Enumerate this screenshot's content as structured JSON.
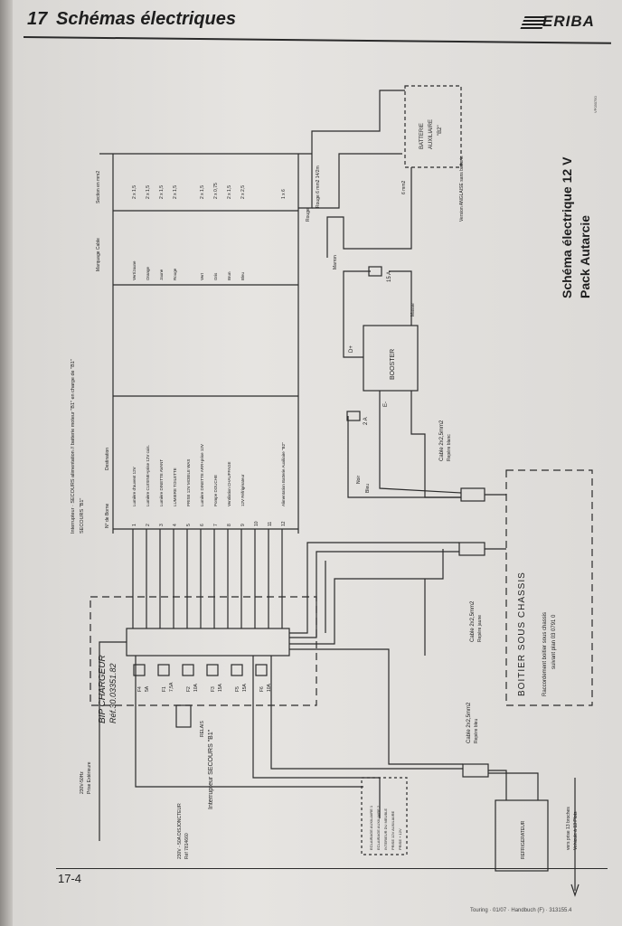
{
  "header": {
    "chapter_number": "17",
    "title": "Schémas électriques",
    "brand": "ERIBA"
  },
  "footer": {
    "page": "17-4",
    "small": "Touring · 01/07 · Handbuch (F) · 313155.4"
  },
  "diagram": {
    "title_line1": "Schéma électrique 12 V",
    "title_line2": "Pack Autarcie",
    "table": {
      "caption_line1": "Interrupteur · SECOURS alimentation // batterie moteur \"B1\" en charge de \"B1\"",
      "caption_line2": "SECOURS \"B1\"",
      "headers": [
        "N° de Borne",
        "Destination",
        "Marquage Cable",
        "Section en mm2"
      ],
      "rows": [
        {
          "n": "1",
          "dest": "Lumière d'auvent 12V",
          "mark": "Vert/Jaune",
          "sec": "2 x 1,5"
        },
        {
          "n": "2",
          "dest": "Lumière CUISINE+prise 12V cuis.",
          "mark": "Orange",
          "sec": "2 x 1,5"
        },
        {
          "n": "3",
          "dest": "Lumière DINETTE AVANT",
          "mark": "Jaune",
          "sec": "2 x 1,5"
        },
        {
          "n": "4",
          "dest": "LUMIERE TOILETTE",
          "mark": "Rouge",
          "sec": "2 x 1,5"
        },
        {
          "n": "5",
          "dest": "PRISE 12V MOBILE WAS",
          "mark": "",
          "sec": ""
        },
        {
          "n": "6",
          "dest": "Lumière DINETTE ARR+prise 12V",
          "mark": "Vert",
          "sec": "2 x 1,5"
        },
        {
          "n": "7",
          "dest": "Pompe DOUCHE",
          "mark": "Gris",
          "sec": "2 x 0,75"
        },
        {
          "n": "8",
          "dest": "Ventilation CHAUFFAGE",
          "mark": "Brun",
          "sec": "2 x 1,5"
        },
        {
          "n": "9",
          "dest": "12V Réfrigérateur",
          "mark": "Bleu",
          "sec": "2 x 2,5"
        },
        {
          "n": "10",
          "dest": "",
          "mark": "",
          "sec": ""
        },
        {
          "n": "11",
          "dest": "",
          "mark": "",
          "sec": ""
        },
        {
          "n": "12",
          "dest": "Alimentation Batterie Auxiliaire \"B2\"",
          "mark": "",
          "sec": "1 x 6"
        }
      ]
    },
    "labels": {
      "charger": "BIP CHARGEUR",
      "charger_ref": "Réf.30.03351.82",
      "switch": "Interrupteur SECOURS \"B1\"",
      "relay": "RELAIS",
      "booster": "BOOSTER",
      "battery_line1": "BATTERIE",
      "battery_line2": "AUXILIAIRE",
      "battery_line3": "\"B2\"",
      "battery_version": "Version ANGLAISE sans batterie",
      "fuse_15a": "15 A",
      "fuse_2a": "2 A",
      "chassis_box": "BOITIER SOUS CHASSIS",
      "chassis_note_line1": "Raccordement boitier sous chassis",
      "chassis_note_line2": "suivant plan 03 0791 0",
      "fridge": "REFRIGERATEUR",
      "cable1": "Cable 2x2,5mm2",
      "cable1_ref": "Repère blanc",
      "cable2": "Cable 2x2,5mm2",
      "cable2_ref": "Repère jaune",
      "cable3": "Cable 2x2,5mm2",
      "cable3_ref": "Repère bleu",
      "fuse_labels": [
        "F4",
        "F1",
        "F2",
        "F3",
        "F5",
        "F6"
      ],
      "fuse_values": [
        "5A",
        "7,5A",
        "10A",
        "15A",
        "15A",
        "10A"
      ],
      "wire_rouge": "Rouge",
      "wire_marron": "Marron",
      "wire_bleu": "Bleu",
      "wire_noir": "Noir",
      "wire_6mm": "6 mm2",
      "wire_rouge_6mm": "Rouge 6 mm2 14/2m",
      "d_plus": "D+",
      "e_minus": "E-",
      "masse": "Masse",
      "ref_top": "VP030750",
      "mains_line1": "230V-50Hz",
      "mains_line2": "Prise Extérieure",
      "vers_prise": "vers prise 13 broches",
      "vers_prise2": "Vehicule à 13 Plots",
      "conn_left": "230V - 50A DISJONCTEUR",
      "conn_left2": "Réf 7814660",
      "right_labels": [
        "ECLAIRAGE AUXILIAIRE 1",
        "ECLAIRAGE AUXILIAIRE 2",
        "INTERIEUR DU MEUBLE",
        "PRISE 12V AUXILIAIRE",
        "PRISE + 12V"
      ]
    }
  }
}
